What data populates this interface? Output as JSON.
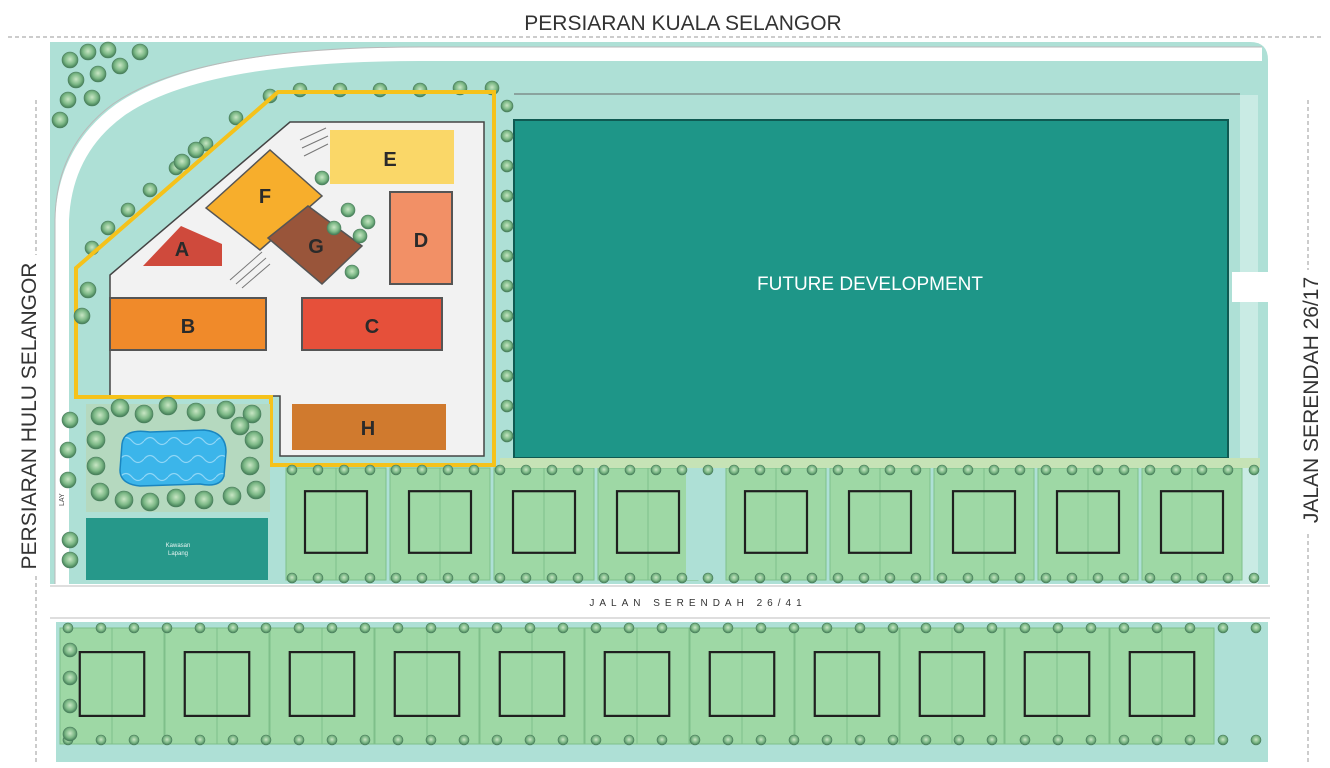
{
  "roads": {
    "north": "PERSIARAN KUALA SELANGOR",
    "west": "PERSIARAN HULU SELANGOR",
    "east": "JALAN SERENDAH 26/17",
    "south_internal": "JALAN SERENDAH 26/41"
  },
  "site": {
    "future_development": "FUTURE DEVELOPMENT",
    "court_label_line1": "Kawasan",
    "court_label_line2": "Lapang",
    "small_label": "LAY"
  },
  "blocks": [
    {
      "id": "A",
      "label": "A",
      "color": "#cf4a3c"
    },
    {
      "id": "B",
      "label": "B",
      "color": "#f08a2a"
    },
    {
      "id": "C",
      "label": "C",
      "color": "#e6503a"
    },
    {
      "id": "D",
      "label": "D",
      "color": "#f29066"
    },
    {
      "id": "E",
      "label": "E",
      "color": "#fad768"
    },
    {
      "id": "F",
      "label": "F",
      "color": "#f7ae2c"
    },
    {
      "id": "G",
      "label": "G",
      "color": "#99553a"
    },
    {
      "id": "H",
      "label": "H",
      "color": "#d07a2e"
    }
  ],
  "colors": {
    "ground": "#aee0d6",
    "road": "#ffffff",
    "future_dev": "#1e9688",
    "site_outline": "#f5c21b",
    "plots": "#9ed8a5",
    "pool": "#3bb5ea",
    "court": "#26988a"
  }
}
